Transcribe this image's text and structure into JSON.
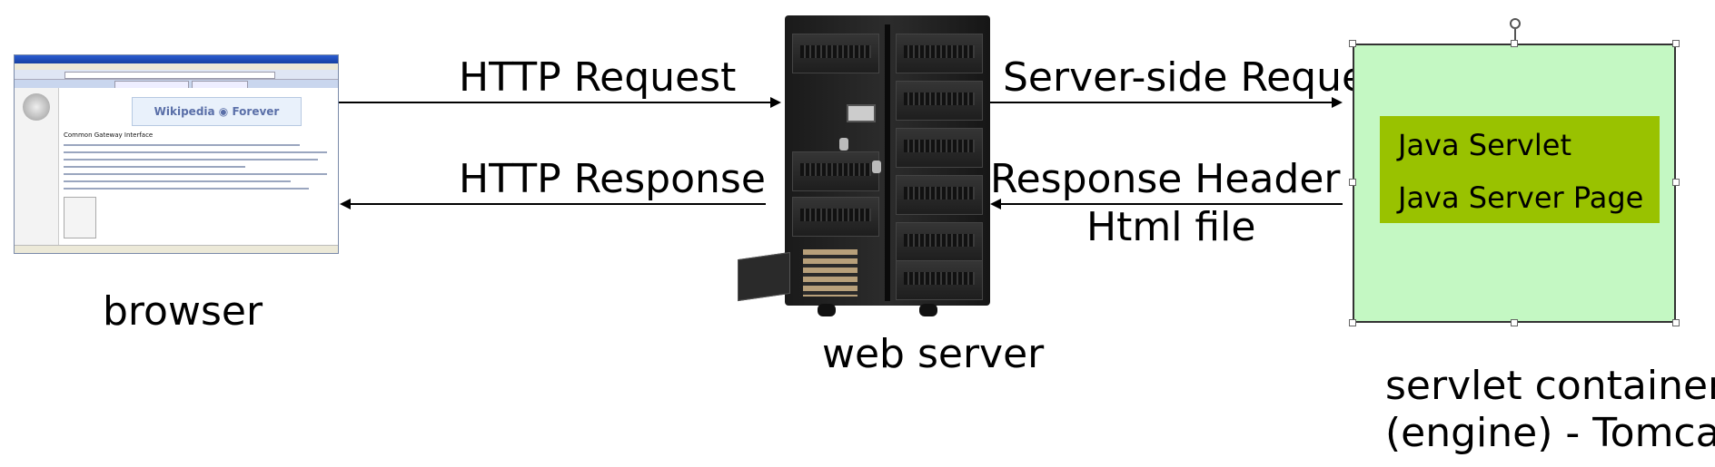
{
  "diagram": {
    "arrows": {
      "http_request": "HTTP Request",
      "http_response": "HTTP Response",
      "server_side_request": "Server-side Request",
      "response_header_line1": "Response Header +",
      "response_header_line2": "Html file"
    },
    "nodes": {
      "browser": "browser",
      "web_server": "web server",
      "container_line1": "servlet container",
      "container_line2": "(engine) - Tomcat"
    },
    "container_contents": {
      "item1": "Java Servlet",
      "item2": "Java Server Page"
    },
    "browser_screenshot": {
      "banner_left": "Wikipedia",
      "banner_right": "Forever",
      "heading": "Common Gateway Interface"
    },
    "colors": {
      "container_fill": "#c4f8c3",
      "inner_box_fill": "#99c200",
      "arrow": "#000000"
    }
  }
}
